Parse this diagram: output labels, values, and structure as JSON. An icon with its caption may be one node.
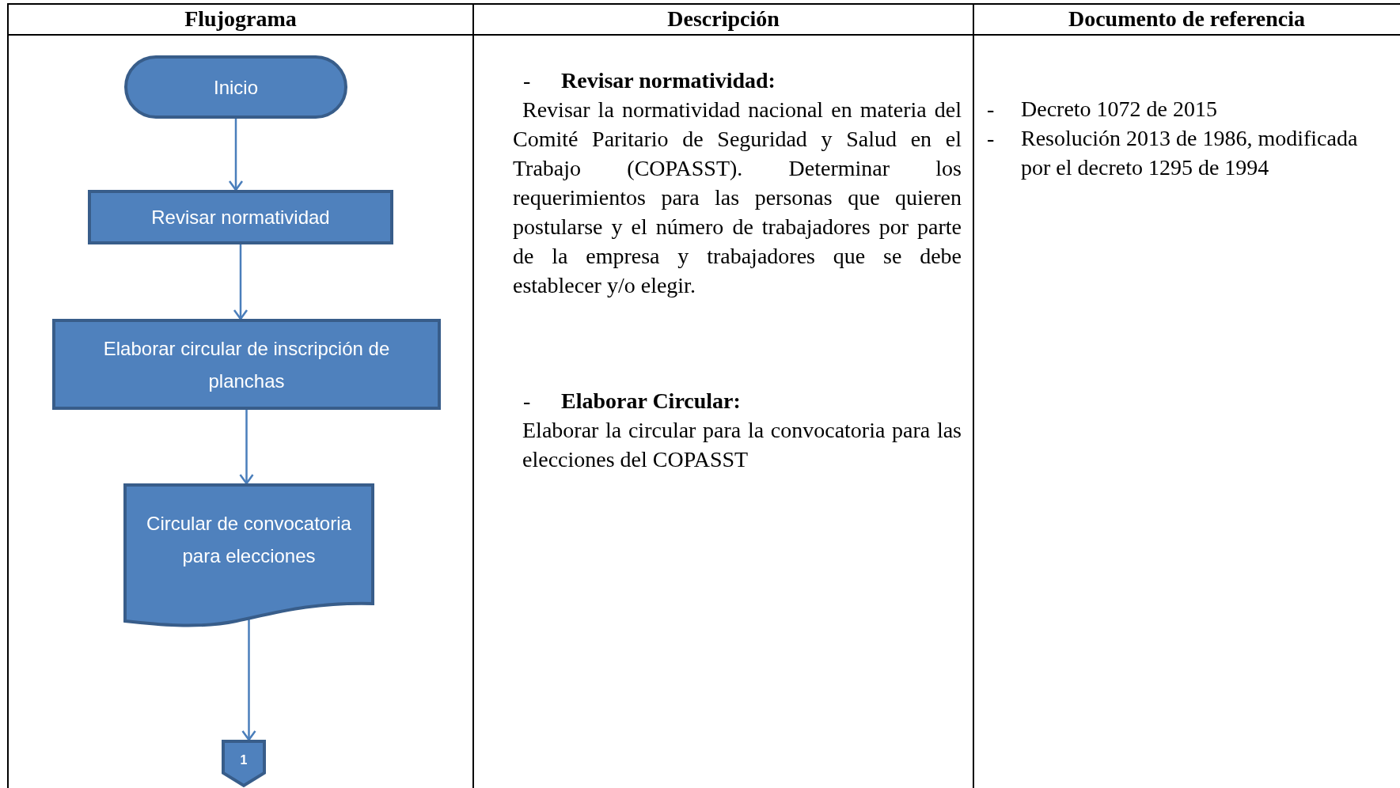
{
  "diagram": {
    "nodes": [
      {
        "text": [
          "Inicio"
        ]
      },
      {
        "text": [
          "Revisar normatividad"
        ]
      },
      {
        "text": [
          "Elaborar circular de inscripción de planchas"
        ]
      },
      {
        "text": [
          "Circular de convocatoria para elecciones"
        ]
      },
      {
        "text": [
          "1"
        ]
      }
    ],
    "edges": [
      {
        "from": 0,
        "to": 1,
        "arrow": "to"
      },
      {
        "from": 1,
        "to": 2,
        "arrow": "to"
      },
      {
        "from": 2,
        "to": 3,
        "arrow": "to"
      },
      {
        "from": 3,
        "to": 4,
        "arrow": "to"
      }
    ],
    "labels": [
      "Flujograma",
      "Descripción",
      "Documento de referencia",
      "-",
      "Revisar normatividad:",
      "Revisar la normatividad nacional en materia del Comité Paritario de Seguridad y Salud en el Trabajo (COPASST). Determinar los requerimientos para las personas que quieren postularse y el número de trabajadores por parte de la empresa y trabajadores que se debe establecer y/o elegir.",
      "-",
      "Elaborar Circular:",
      "Elaborar la circular para la convocatoria para las elecciones del COPASST",
      "-",
      "Decreto 1072 de 2015",
      "-",
      "Resolución 2013 de 1986, modificada por el decreto 1295 de 1994"
    ]
  }
}
